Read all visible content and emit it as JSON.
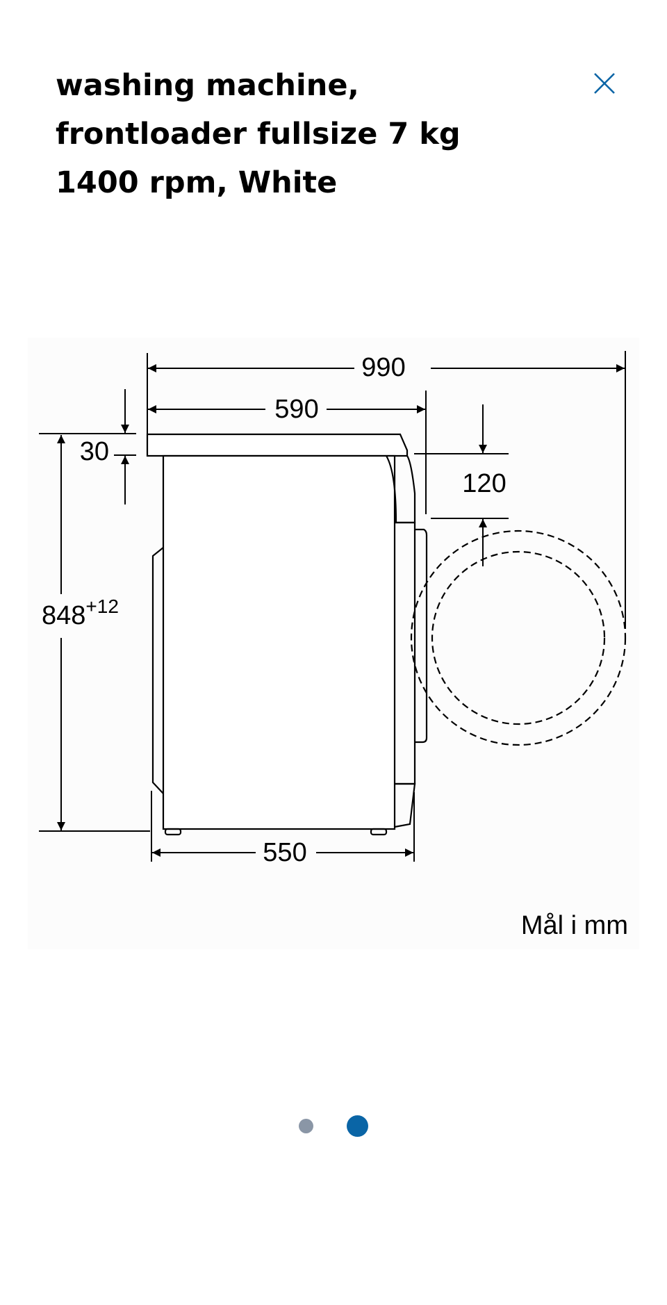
{
  "header": {
    "title_lines": [
      "washing machine,",
      "frontloader fullsize 7 kg",
      "1400 rpm, White"
    ],
    "close_icon": "close-icon"
  },
  "drawing": {
    "dimensions": {
      "overall_depth": "990",
      "depth": "590",
      "top_thickness": "30",
      "door_gap": "120",
      "height": "848",
      "height_tolerance": "+12",
      "width": "550"
    },
    "unit_note": "Mål i mm"
  },
  "carousel": {
    "slide_count": 2,
    "active_index": 1,
    "dot_inactive_color": "#8a96a6",
    "dot_active_color": "#0a65a6"
  },
  "colors": {
    "accent": "#0a65a6",
    "text": "#000000"
  }
}
